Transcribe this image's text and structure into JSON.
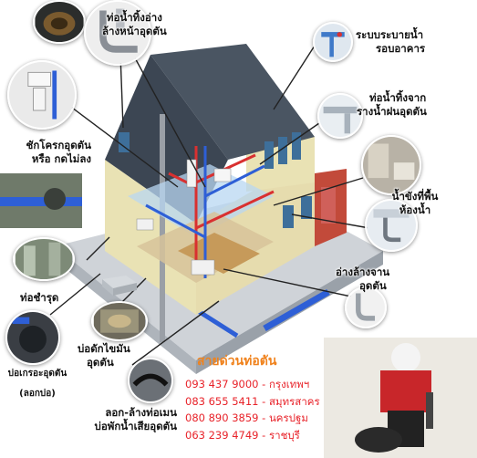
{
  "labels": {
    "sink_clog": [
      "ท่อน้ำทิ้งอ่าง",
      "ล้างหน้าอุดตัน"
    ],
    "drainage": [
      "ระบบระบายน้ำ",
      "รอบอาคาร"
    ],
    "rain_gutter": [
      "ท่อน้ำทิ้งจาก",
      "รางน้ำฝนอุดตัน"
    ],
    "toilet": [
      "ชักโครกอุดตัน",
      "หรือ กดไม่ลง"
    ],
    "floor_drain": [
      "น้ำขังที่พื้น",
      "ห้องน้ำ"
    ],
    "dish_sink": [
      "อ่างล้างจาน",
      "อุดตัน"
    ],
    "broken_pipe": [
      "ท่อชำรุด"
    ],
    "grease_trap": [
      "บ่อดักไขมัน",
      "อุดตัน"
    ],
    "septic_tank": [
      "บ่อเกรอะอุดตัน",
      "(ลอกบ่อ)"
    ],
    "main_pipe": [
      "ลอก-ล้างท่อเมน",
      "บ่อพักน้ำเสียอุดตัน"
    ]
  },
  "hotline": {
    "title": "สายด่วนท่อตัน",
    "numbers": [
      "093 437 9000 - กรุงเทพฯ",
      "083 655 5411 - สมุทรสาคร",
      "080 890 3859 - นครปฐม",
      "063 239 4749 - ราชบุรี"
    ]
  },
  "colors": {
    "hotline_title": "#f0831e",
    "hotline_numbers": "#e8232a",
    "roof": "#4a5562",
    "wall": "#e9e2b4",
    "pipe_red": "#d93030",
    "pipe_blue": "#2e5fd6"
  }
}
